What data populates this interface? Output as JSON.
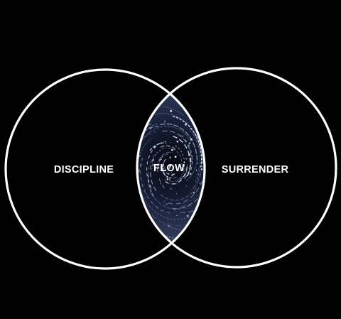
{
  "diagram": {
    "type": "venn",
    "background_color": "#000000",
    "circle_color": "#ffffff",
    "sets": [
      {
        "label": "DISCIPLINE"
      },
      {
        "label": "SURRENDER"
      }
    ],
    "intersection": {
      "label": "FLOW",
      "fill": "swirling star-trail vortex"
    }
  }
}
